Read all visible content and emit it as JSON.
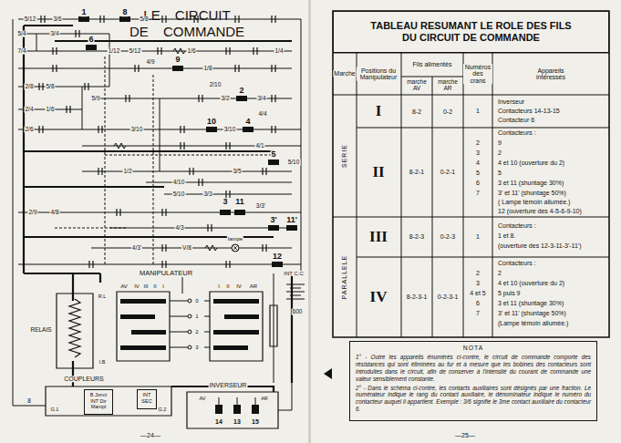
{
  "diagram": {
    "title": "LE CIRCUIT DE COMMANDE",
    "nodes": [
      {
        "text": [
          "B Jonct INT Dir Manipt"
        ]
      },
      {
        "text": [
          "INT SEC"
        ]
      },
      {
        "text": [
          "TABLEAU RESUMANT LE ROLE DES FILS DU CIRCUIT DE COMMANDE"
        ]
      },
      {
        "text": [
          "NOTA",
          "1° - Outre les appareils énumérés ci-contre, le circuit de commande comporte des résistances qui sont éliminées au fur et à mesure que les bobines des contacteurs sont introduites dans le circuit, afin de conserver à l'intensité du courant de commande une valeur sensiblement constante.",
          "2° - Dans le schéma ci-contre, les contacts auxiliaires sont désignés par une fraction. Le numérateur indique le rang du contact auxiliaire, le dénominateur indique le numéro du contacteur auquel il appartient. Exemple : 3/6 signifie le 3me contact auxiliaire du contacteur 6."
        ]
      }
    ],
    "labels": [
      "5/12",
      "3/6",
      "1",
      "8",
      "5/8",
      "5/4",
      "3/4",
      "6",
      "1/12",
      "5/12",
      "1/6",
      "1/4",
      "7/4",
      "4/9",
      "9",
      "1/8",
      "2/8",
      "5/8",
      "2/10",
      "3/2",
      "2",
      "3/4",
      "5/9",
      "2/4",
      "1/6",
      "2/6",
      "3/10",
      "10",
      "3/10",
      "4",
      "4/4",
      "4/1",
      "5",
      "5/10",
      "1/2",
      "3/5",
      "4/10",
      "5/10",
      "3/3",
      "3",
      "11",
      "3/3'",
      "2/9",
      "4/8",
      "3'",
      "11'",
      "4/3",
      "lampe",
      "4/3'",
      "V/8",
      "12",
      "MANIPULATEUR",
      "INT C.C",
      "600",
      "AV",
      "IV",
      "III",
      "II",
      "I",
      "I",
      "II",
      "IV",
      "AR",
      "0",
      "1",
      "2",
      "3",
      "RELAIS",
      "R.L",
      "I.B",
      "COUPLEURS",
      "G.1",
      "G.2",
      "8",
      "INVERSEUR",
      "AV",
      "AR",
      "14",
      "13",
      "15",
      "—24—",
      "Marche",
      "Positions du Manipulateur",
      "Fils alimentés",
      "marche AV",
      "marche AR",
      "Numéros des crans",
      "Appareils intéressés",
      "SERIE",
      "PARALLELE",
      "I",
      "8-2",
      "0-2",
      "1",
      "Inverseur",
      "Contacteurs 14-13-15",
      "Contacteur 6",
      "II",
      "8-2-1",
      "0-2-1",
      "2",
      "3",
      "4",
      "5",
      "6",
      "7",
      "Contacteurs :",
      "9",
      "2",
      "4 et 10 (ouverture du 2)",
      "5",
      "3 et 11 (shuntage 30%)",
      "3' et 11' (shuntage 50%)",
      "( Lampe témoin allumée.)",
      "12 (ouverture des 4-5-6-9-10)",
      "III",
      "8-2-3",
      "0-2-3",
      "1",
      "Contacteurs :",
      "1 et 8.",
      "(ouverture des 12-3-11-3'-11')",
      "IV",
      "8-2-3-1",
      "0-2-3-1",
      "2",
      "3",
      "4 et 5",
      "6",
      "7",
      "Contacteurs :",
      "2",
      "4 et 10 (ouverture du 2)",
      "5 puis 9",
      "3 et 11 (shuntage 30%)",
      "3' et 11' (shuntage 50%)",
      "(Lampe témoin allumée.)",
      "—25—"
    ]
  }
}
